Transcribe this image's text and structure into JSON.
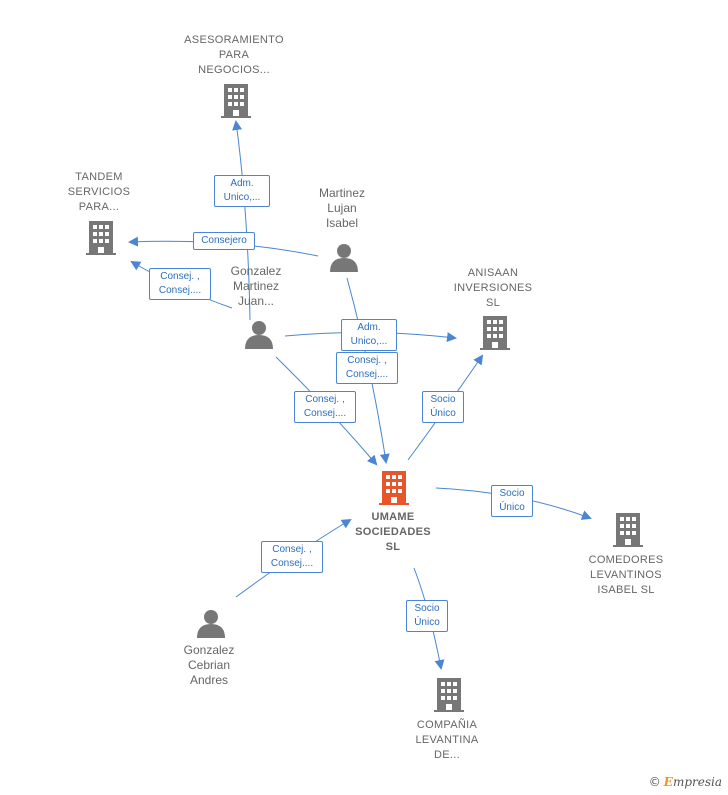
{
  "colors": {
    "edge": "#4a86d4",
    "building": "#777777",
    "focus": "#e8552b",
    "person": "#777777"
  },
  "nodes": {
    "asesoramiento": {
      "label": "ASESORAMIENTO\nPARA\nNEGOCIOS...",
      "icon": "building-icon"
    },
    "tandem": {
      "label": "TANDEM\nSERVICIOS\nPARA...",
      "icon": "building-icon"
    },
    "martinez_lujan": {
      "label": "Martinez\nLujan\nIsabel",
      "icon": "person-icon"
    },
    "gonzalez_martinez": {
      "label": "Gonzalez\nMartinez\nJuan...",
      "icon": "person-icon"
    },
    "anisaan": {
      "label": "ANISAAN\nINVERSIONES\nSL",
      "icon": "building-icon"
    },
    "umame": {
      "label": "UMAME\nSOCIEDADES\nSL",
      "icon": "building-icon"
    },
    "comedores": {
      "label": "COMEDORES\nLEVANTINOS\nISABEL SL",
      "icon": "building-icon"
    },
    "gonzalez_cebrian": {
      "label": "Gonzalez\nCebrian\nAndres",
      "icon": "person-icon"
    },
    "compania": {
      "label": "COMPAÑIA\nLEVANTINA\nDE...",
      "icon": "building-icon"
    }
  },
  "edges": {
    "e1": "Adm.\nUnico,...",
    "e2": "Consejero",
    "e3": "Consej. ,\nConsej....",
    "e4": "Adm.\nUnico,...",
    "e5": "Consej. ,\nConsej....",
    "e6": "Consej. ,\nConsej....",
    "e7": "Socio\nÚnico",
    "e8": "Socio\nÚnico",
    "e9": "Consej. ,\nConsej....",
    "e10": "Socio\nÚnico"
  },
  "brand": {
    "copyright": "©",
    "name_initial": "E",
    "name_rest": "mpresia"
  }
}
